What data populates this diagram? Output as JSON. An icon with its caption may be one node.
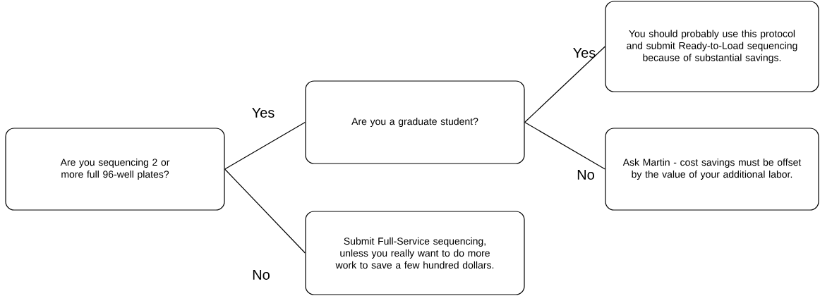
{
  "diagram": {
    "nodes": [
      {
        "text": [
          "Are you sequencing 2 or more full 96-well plates?"
        ]
      },
      {
        "text": [
          "Are you a graduate student?"
        ]
      },
      {
        "text": [
          "Submit Full-Service sequencing, unless you really want to do more work to save a few hundred dollars."
        ]
      },
      {
        "text": [
          "You should probably use this protocol and submit Ready-to-Load sequencing because of substantial savings."
        ]
      },
      {
        "text": [
          "Ask Martin - cost savings must be offset by the value of your additional labor."
        ]
      }
    ],
    "edges": [
      {
        "from": 0,
        "to": 1,
        "arrow": "none",
        "label": "Yes"
      },
      {
        "from": 0,
        "to": 2,
        "arrow": "none",
        "label": "No"
      },
      {
        "from": 1,
        "to": 3,
        "arrow": "none",
        "label": "Yes"
      },
      {
        "from": 1,
        "to": 4,
        "arrow": "none",
        "label": "No"
      }
    ]
  }
}
